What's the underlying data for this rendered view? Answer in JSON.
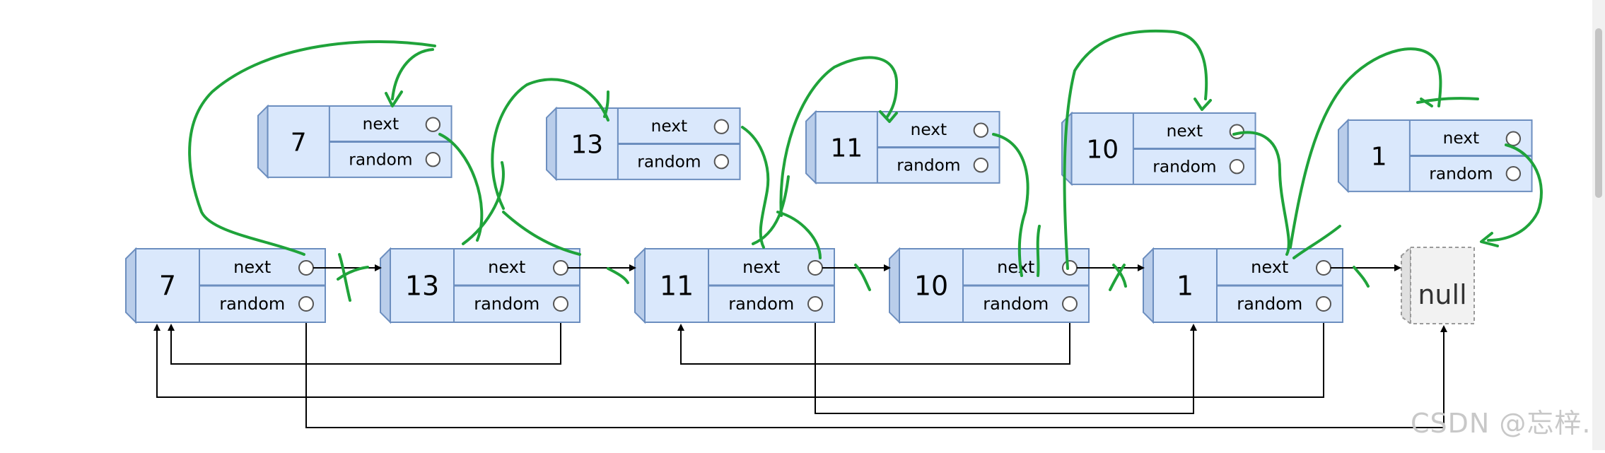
{
  "diagram": {
    "original_nodes": [
      {
        "value": "7",
        "next_label": "next",
        "random_label": "random"
      },
      {
        "value": "13",
        "next_label": "next",
        "random_label": "random"
      },
      {
        "value": "11",
        "next_label": "next",
        "random_label": "random"
      },
      {
        "value": "10",
        "next_label": "next",
        "random_label": "random"
      },
      {
        "value": "1",
        "next_label": "next",
        "random_label": "random"
      }
    ],
    "copied_nodes": [
      {
        "value": "7",
        "next_label": "next",
        "random_label": "random"
      },
      {
        "value": "13",
        "next_label": "next",
        "random_label": "random"
      },
      {
        "value": "11",
        "next_label": "next",
        "random_label": "random"
      },
      {
        "value": "10",
        "next_label": "next",
        "random_label": "random"
      },
      {
        "value": "1",
        "next_label": "next",
        "random_label": "random"
      }
    ],
    "null_label": "null",
    "colors": {
      "node_fill": "#dae8fc",
      "node_stroke": "#6c8ebf",
      "node_side": "#b9cdea",
      "arrow": "#000000",
      "annotation": "#1fa33a",
      "null_fill": "#f2f2f2",
      "null_stroke": "#9a9a9a"
    }
  },
  "watermark": "CSDN @忘梓."
}
